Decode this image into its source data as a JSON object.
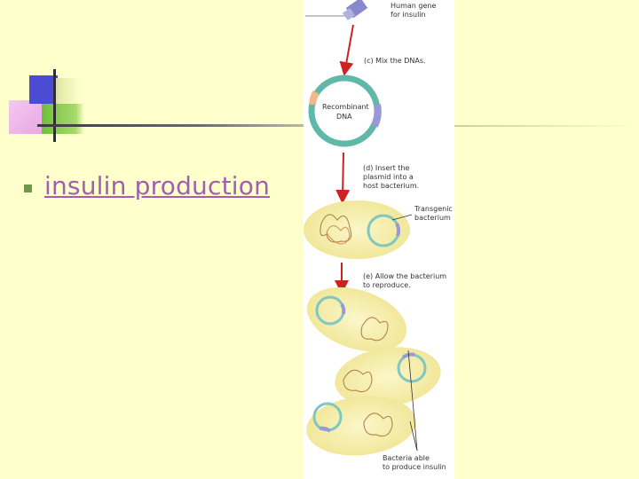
{
  "slide": {
    "link_text": "insulin production"
  },
  "figure": {
    "labels": {
      "gene": [
        "Human gene",
        "for insulin"
      ],
      "step_c": "(c) Mix the DNAs.",
      "recombinant": [
        "Recombinant",
        "DNA"
      ],
      "step_d": [
        "(d) Insert the",
        "plasmid into a",
        "host bacterium."
      ],
      "transgenic": [
        "Transgenic",
        "bacterium"
      ],
      "step_e": [
        "(e) Allow the bacterium",
        "to reproduce."
      ],
      "able": [
        "Bacteria able",
        "to produce insulin"
      ]
    }
  },
  "colors": {
    "background": "#ffffcc",
    "link": "#a05fb0",
    "bullet": "#6a9a4a"
  }
}
